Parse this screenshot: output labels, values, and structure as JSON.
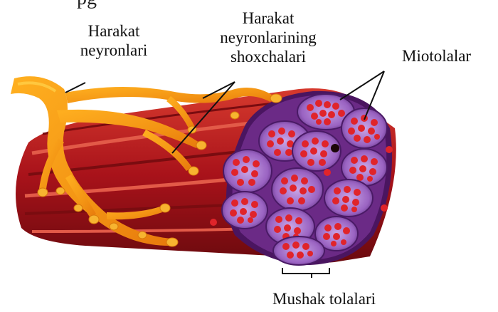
{
  "labels": {
    "fragment": "pg",
    "motor_neurons": [
      "Harakat",
      "neyronlari"
    ],
    "neuron_branches": [
      "Harakat",
      "neyronlarining",
      "shoxchalari"
    ],
    "myofibrils": "Miotolalar",
    "muscle_fibers": "Mushak tolalari"
  },
  "colors": {
    "neuron_orange": "#f5a623",
    "neuron_yellow": "#ffd34d",
    "muscle_red": "#b81818",
    "muscle_dark": "#6e0a0a",
    "fiber_purple": "#7a3f9e",
    "fiber_lilac": "#b18ad1",
    "myofibril_red": "#e0242a"
  }
}
